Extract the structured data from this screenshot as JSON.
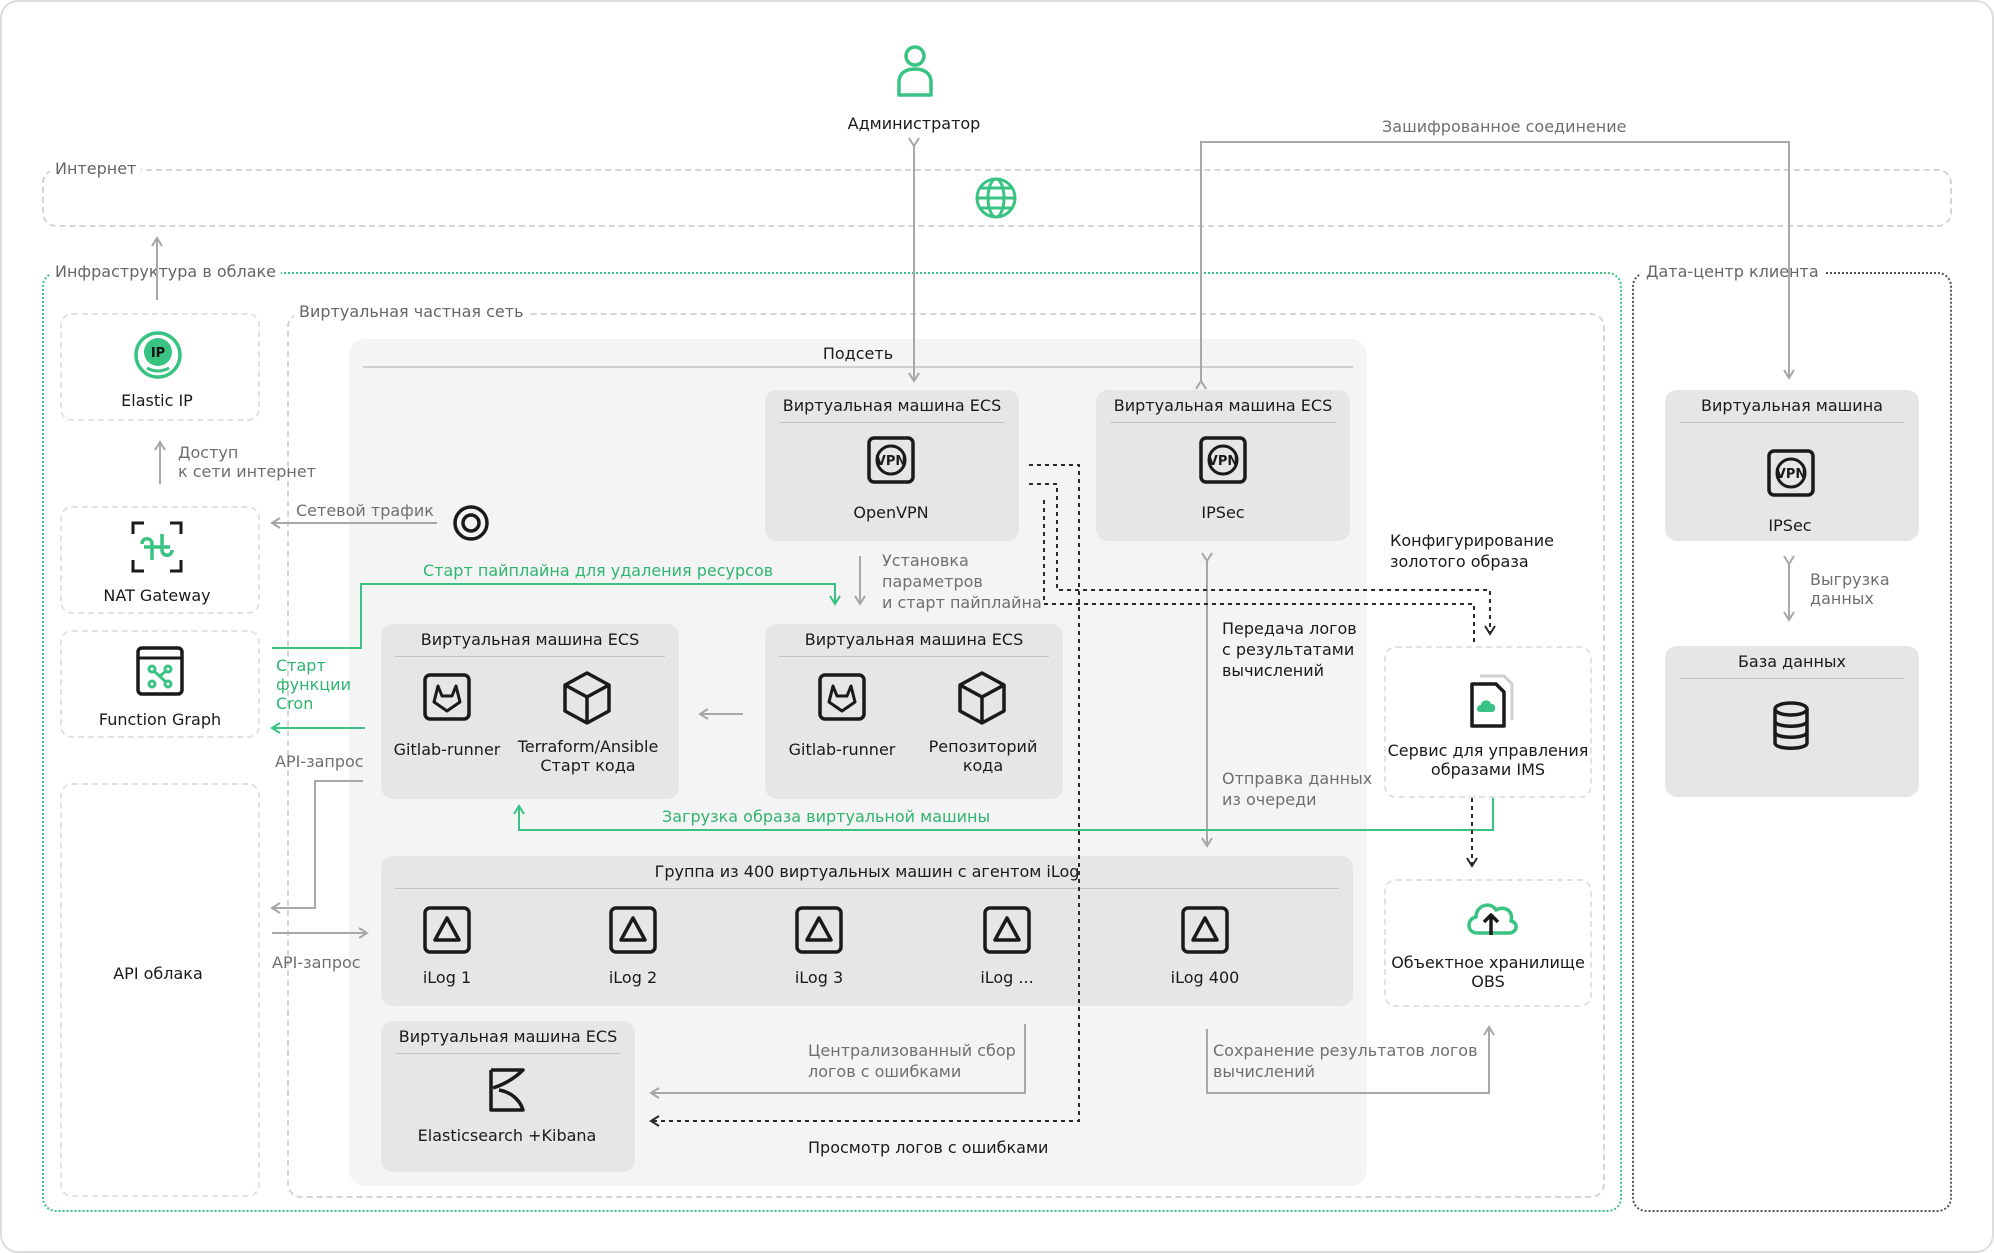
{
  "top": {
    "admin": "Администратор",
    "encrypted": "Зашифрованное соединение"
  },
  "zones": {
    "internet": "Интернет",
    "cloud_infra": "Инфраструктура в облаке",
    "vpc": "Виртуальная частная сеть",
    "subnet": "Подсеть",
    "client_dc": "Дата-центр клиента"
  },
  "left": {
    "elastic_ip": "Elastic IP",
    "nat_gateway": "NAT Gateway",
    "function_graph": "Function Graph",
    "api_cloud": "API облака",
    "internet_access": [
      "Доступ",
      "к сети интернет"
    ],
    "network_traffic": "Сетевой трафик",
    "cron": [
      "Старт",
      "функции",
      "Cron"
    ],
    "api_request_1": "API-запрос",
    "api_request_2": "API-запрос"
  },
  "vm": {
    "openvpn_title": "Виртуальная машина ECS",
    "openvpn": "OpenVPN",
    "ipsec_title": "Виртуальная машина ECS",
    "ipsec": "IPSec",
    "runner1_title": "Виртуальная машина ECS",
    "gitlab_runner_1": "Gitlab-runner",
    "terraform": [
      "Terraform/Ansible",
      "Старт кода"
    ],
    "runner2_title": "Виртуальная машина ECS",
    "gitlab_runner_2": "Gitlab-runner",
    "repo": [
      "Репозиторий",
      "кода"
    ],
    "ilog_title": "Группа из 400 виртуальных машин с агентом iLog",
    "ilog": [
      "iLog 1",
      "iLog 2",
      "iLog 3",
      "iLog ...",
      "iLog 400"
    ],
    "elk_title": "Виртуальная машина ECS",
    "elk": "Elasticsearch +Kibana"
  },
  "notes": {
    "pipeline_delete": "Старт пайплайна для удаления ресурсов",
    "install": [
      "Установка",
      "параметров",
      "и старт пайплайна"
    ],
    "upload_image": "Загрузка образа виртуальной машины",
    "transfer_logs": [
      "Передача логов",
      "с результатами",
      "вычислений"
    ],
    "send_queue": [
      "Отправка данных",
      "из очереди"
    ],
    "golden_image": [
      "Конфигурирование",
      "золотого образа"
    ],
    "central_logs": [
      "Централизованный сбор",
      "логов с ошибками"
    ],
    "view_logs": "Просмотр логов с ошибками",
    "save_results": [
      "Сохранение результатов логов",
      "вычислений"
    ]
  },
  "right": {
    "ims": [
      "Сервис для управления",
      "образами IMS"
    ],
    "obs": [
      "Объектное хранилище",
      "OBS"
    ],
    "client_vm_title": "Виртуальная машина",
    "client_ipsec": "IPSec",
    "export_data": [
      "Выгрузка",
      "данных"
    ],
    "db_title": "База данных"
  },
  "colors": {
    "accent": "#38c383",
    "line": "#a8a8a8",
    "dotted": "#2b2b2b",
    "box": "#e6e6e6"
  }
}
